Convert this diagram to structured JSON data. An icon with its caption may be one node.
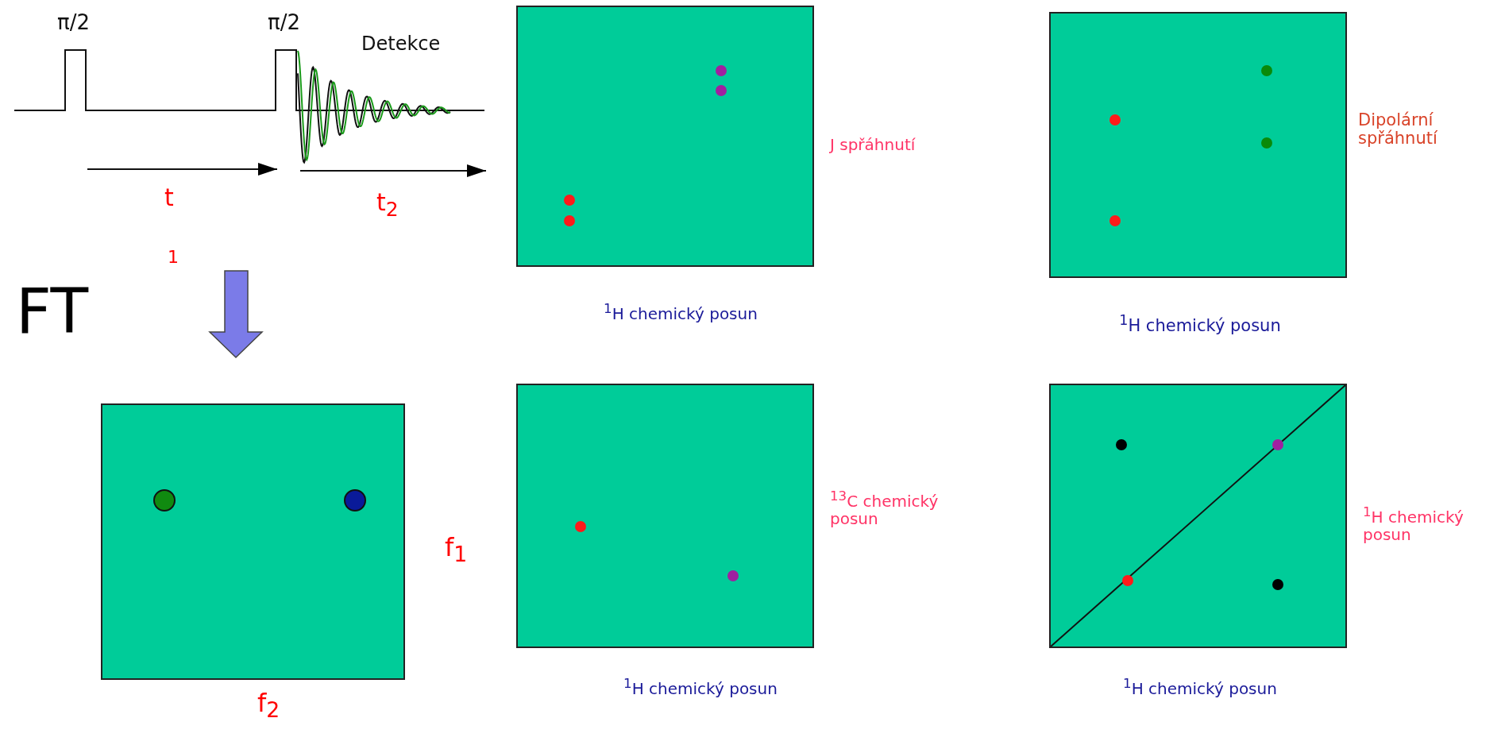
{
  "diagram": {
    "nodes": [
      {
        "text": [],
        "shape": "box",
        "beside": [
          "J spřáhnutí",
          "$^{1}$H chemický posun"
        ]
      },
      {
        "text": [],
        "shape": "box",
        "beside": [
          "Dipolární spřáhnutí",
          "$^{1}$H chemický posun"
        ]
      },
      {
        "text": [],
        "shape": "box",
        "beside": [
          "f$_{1}$",
          "f$_{2}$"
        ]
      },
      {
        "text": [],
        "shape": "box",
        "beside": [
          "$^{13}$C chemický posun",
          "$^{1}$H chemický posun"
        ]
      },
      {
        "text": [],
        "shape": "box",
        "beside": [
          "$^{1}$H chemický posun",
          "$^{1}$H chemický posun"
        ]
      }
    ],
    "labels": [
      "π/2",
      "π/2",
      "Detekce",
      "t",
      "t$_{2}$",
      "1",
      "FT"
    ]
  }
}
